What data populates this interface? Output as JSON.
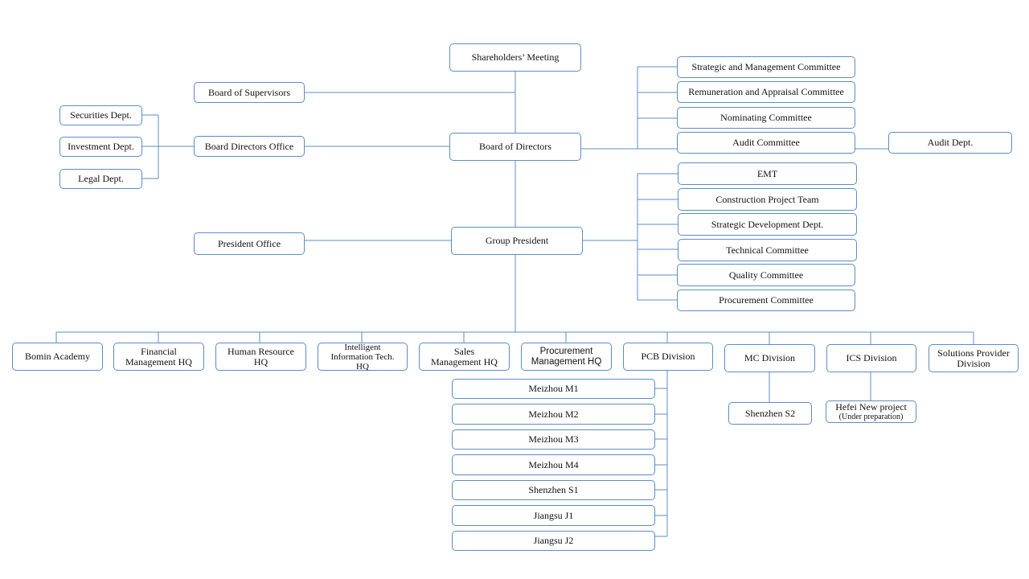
{
  "diagram": {
    "shareholders": "Shareholders’ Meeting",
    "board_supervisors": "Board of Supervisors",
    "board_directors": "Board of Directors",
    "board_directors_office": "Board Directors Office",
    "securities": "Securities Dept.",
    "investment": "Investment Dept.",
    "legal": "Legal Dept.",
    "committees": {
      "strategic_management": "Strategic and Management Committee",
      "remuneration": "Remuneration and Appraisal Committee",
      "nominating": "Nominating Committee",
      "audit": "Audit Committee"
    },
    "audit_dept": "Audit Dept.",
    "group_president": "Group President",
    "president_office": "President Office",
    "president_units": {
      "emt": "EMT",
      "construction": "Construction Project Team",
      "strategic_dev": "Strategic Development Dept.",
      "technical": "Technical Committee",
      "quality": "Quality Committee",
      "procurement_comm": "Procurement Committee"
    },
    "divisions": {
      "bomin": "Bomin Academy",
      "financial": "Financial\nManagement HQ",
      "hr": "Human Resource\nHQ",
      "it": "Intelligent\nInformation Tech.\nHQ",
      "sales": "Sales\nManagement HQ",
      "procurement": "Procurement\nManagement HQ",
      "pcb": "PCB Division",
      "mc": "MC Division",
      "ics": "ICS Division",
      "solutions": "Solutions Provider\nDivision"
    },
    "pcb_plants": {
      "m1": "Meizhou M1",
      "m2": "Meizhou M2",
      "m3": "Meizhou M3",
      "m4": "Meizhou M4",
      "s1": "Shenzhen S1",
      "j1": "Jiangsu J1",
      "j2": "Jiangsu J2"
    },
    "mc_plants": {
      "s2": "Shenzhen S2"
    },
    "ics_projects": {
      "hefei": "Hefei New project",
      "hefei_note": "(Under preparation)"
    }
  }
}
